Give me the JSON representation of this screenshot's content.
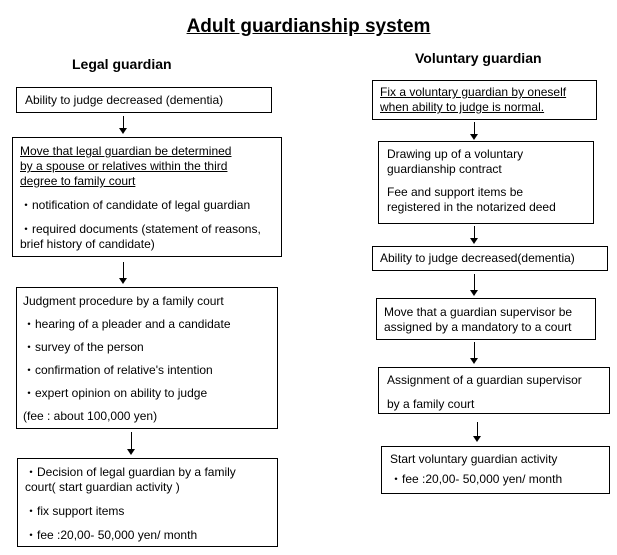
{
  "title": "Adult guardianship system",
  "legal": {
    "heading": "Legal guardian",
    "box1": "Ability to judge decreased (dementia)",
    "box2": {
      "line1": "Move that legal guardian be determined",
      "line2": "by a spouse or relatives within the third",
      "line3": "degree to family court",
      "item1": "・notification of candidate of legal guardian",
      "item2a": "・required documents (statement of reasons,",
      "item2b": "brief history of candidate)"
    },
    "box3": {
      "line1": "Judgment procedure by a family court",
      "item1": "・hearing of a pleader and a candidate",
      "item2": "・survey of the person",
      "item3": "・confirmation of relative's intention",
      "item4": "・expert opinion on ability to judge",
      "fee": "(fee : about 100,000 yen)"
    },
    "box4": {
      "line1": "・Decision of legal guardian by a family",
      "line2": "court( start guardian activity )",
      "item1": "・fix support items",
      "item2": "・fee :20,00- 50,000 yen/  month"
    }
  },
  "voluntary": {
    "heading": "Voluntary guardian",
    "box1": {
      "line1": "Fix a voluntary guardian by oneself",
      "line2": "when ability to judge is normal."
    },
    "box2": {
      "line1": "Drawing up of a  voluntary",
      "line2": "guardianship contract",
      "line3": "Fee and support items be",
      "line4": "registered in the notarized deed"
    },
    "box3": "Ability to judge decreased(dementia)",
    "box4": {
      "line1": "Move that a guardian supervisor be",
      "line2": "assigned by a mandatory to a court"
    },
    "box5": {
      "line1": "Assignment of a guardian supervisor",
      "line2": "by a family court"
    },
    "box6": {
      "line1": "Start voluntary guardian activity",
      "line2": "・fee :20,00- 50,000 yen/  month"
    }
  }
}
